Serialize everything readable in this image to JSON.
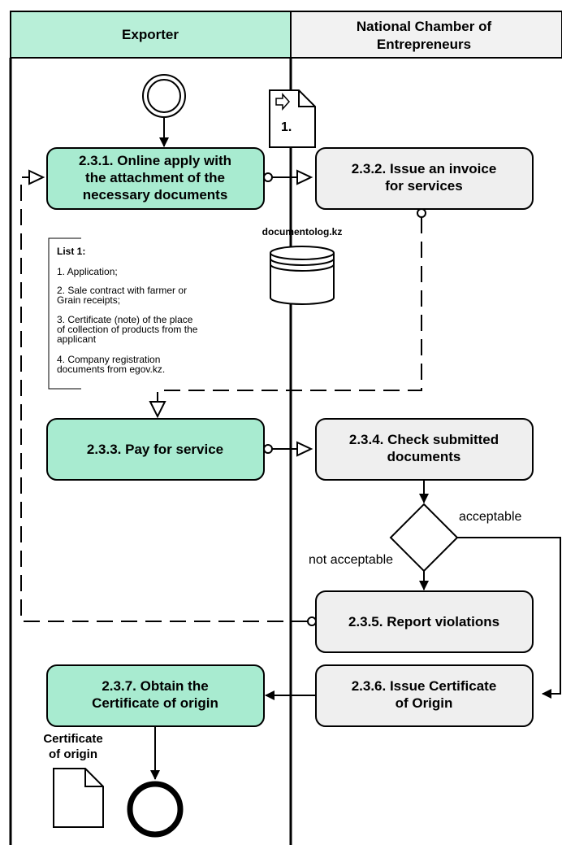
{
  "lanes": {
    "exporter": "Exporter",
    "chamber_line1": "National Chamber of",
    "chamber_line2": "Entrepreneurs"
  },
  "tasks": {
    "t231": [
      "2.3.1. Online apply with",
      "the attachment of the",
      "necessary documents"
    ],
    "t232": [
      "2.3.2. Issue an invoice",
      "for services"
    ],
    "t233": [
      "2.3.3. Pay for service"
    ],
    "t234": [
      "2.3.4. Check submitted",
      "documents"
    ],
    "t235": [
      "2.3.5. Report violations"
    ],
    "t236": [
      "2.3.6. Issue Certificate",
      "of Origin"
    ],
    "t237": [
      "2.3.7. Obtain the",
      "Certificate of origin"
    ]
  },
  "message_doc": {
    "label": "1."
  },
  "datastore": {
    "label": "documentolog.kz"
  },
  "list": {
    "title": "List 1:",
    "items": [
      [
        "1. Application;"
      ],
      [
        "2. Sale contract with farmer or",
        "Grain receipts;"
      ],
      [
        "3. Certificate (note) of the place",
        "of collection of products from the",
        "applicant"
      ],
      [
        "4. Company registration",
        "documents from egov.kz."
      ]
    ]
  },
  "gateway": {
    "yes_label": "acceptable",
    "no_label": "not acceptable"
  },
  "output_doc": {
    "label_line1": "Certificate",
    "label_line2": "of origin"
  },
  "colors": {
    "exporter_task": "#a8ebd0",
    "chamber_task": "#efefef",
    "exporter_header": "#b8efd8",
    "chamber_header": "#f2f2f2"
  }
}
